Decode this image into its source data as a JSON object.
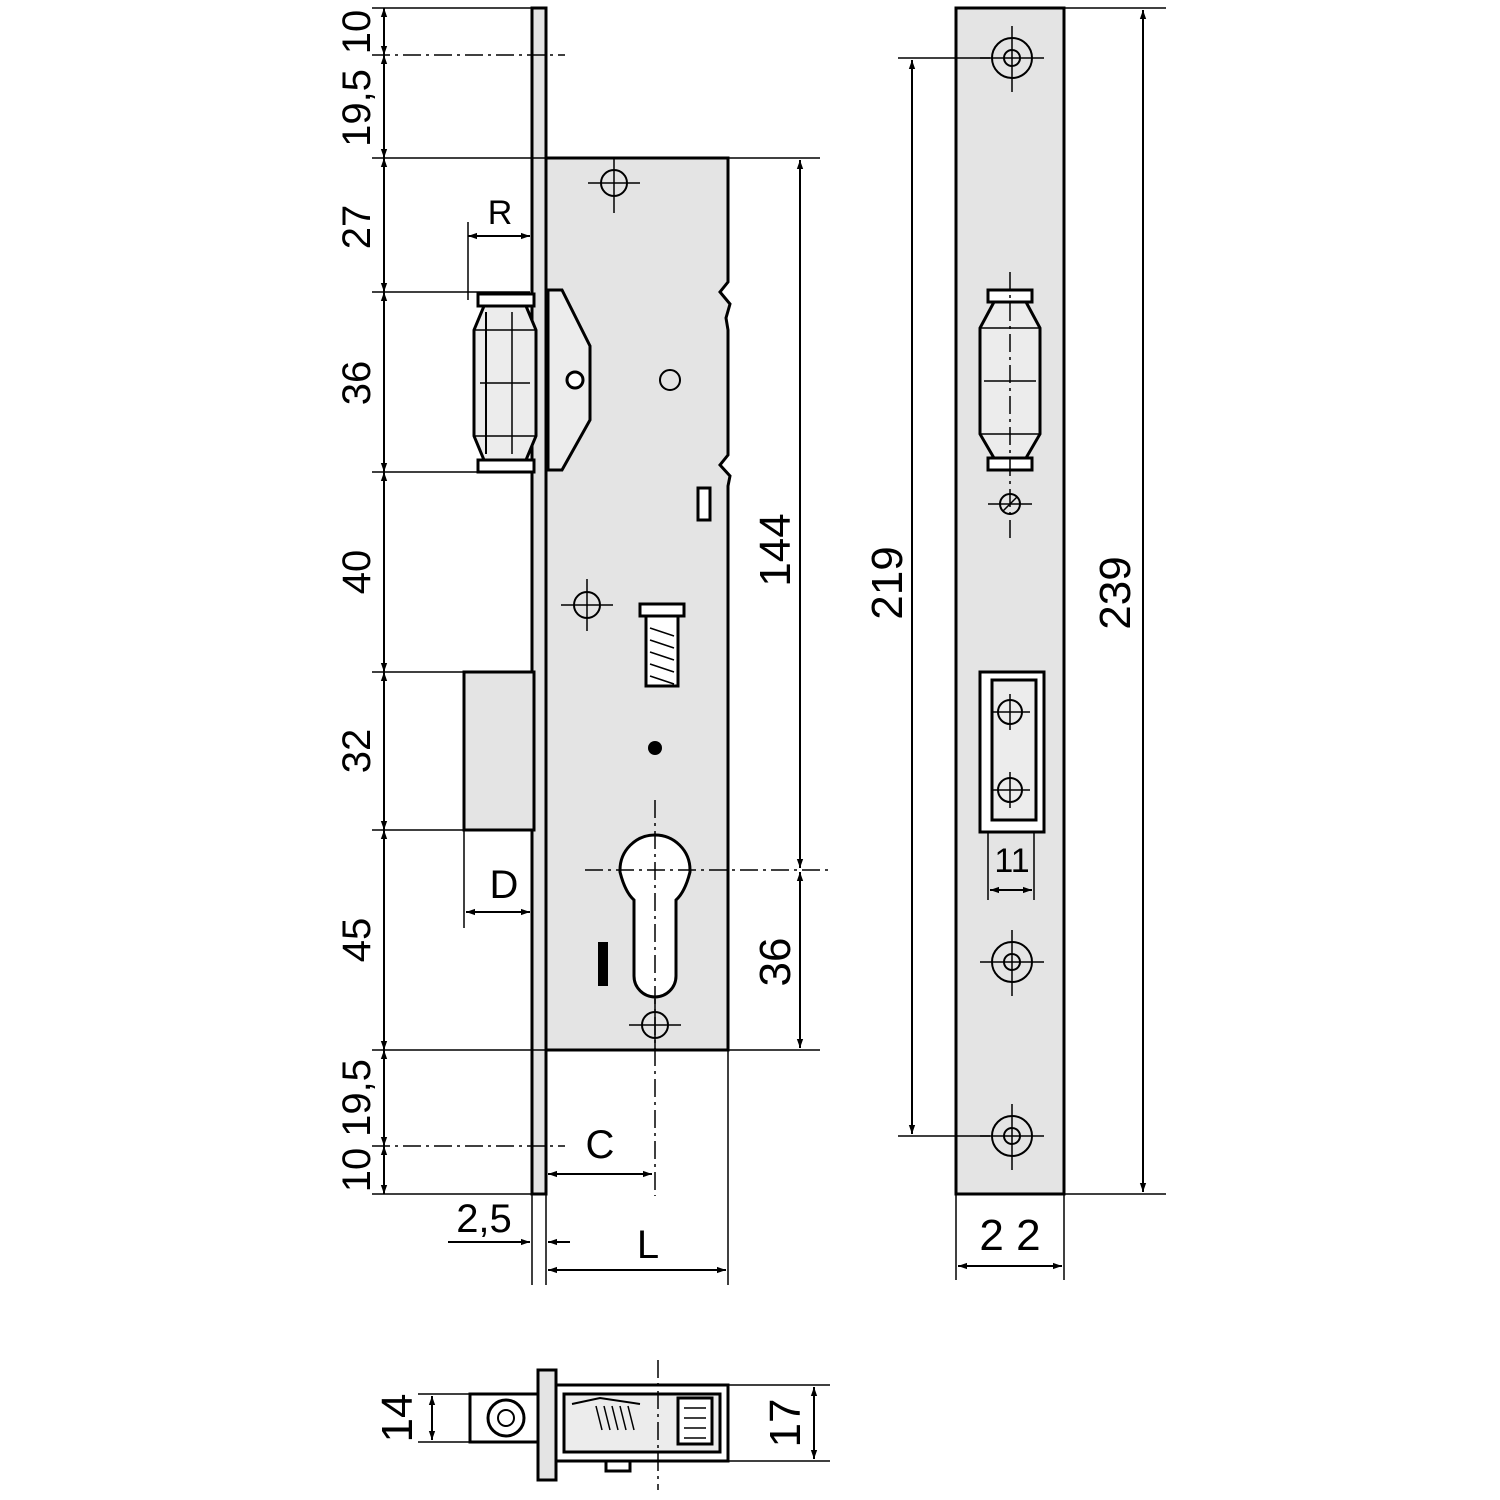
{
  "dimensions": {
    "left_stack": {
      "d1": "10",
      "d2": "19,5",
      "d3": "27",
      "d4": "36",
      "d5": "40",
      "d6": "32",
      "d7": "45",
      "d8": "19,5",
      "d9": "10"
    },
    "roller_offset": "R",
    "bolt_offset": "D",
    "backset": "C",
    "faceplate_thickness": "2,5",
    "case_depth": "L",
    "case_height": "144",
    "cylinder_to_bottom": "36",
    "screw_hole_spacing": "219",
    "faceplate_length": "239",
    "faceplate_width": "2 2",
    "slot_width": "11",
    "top_view_left": "14",
    "top_view_right": "17"
  }
}
